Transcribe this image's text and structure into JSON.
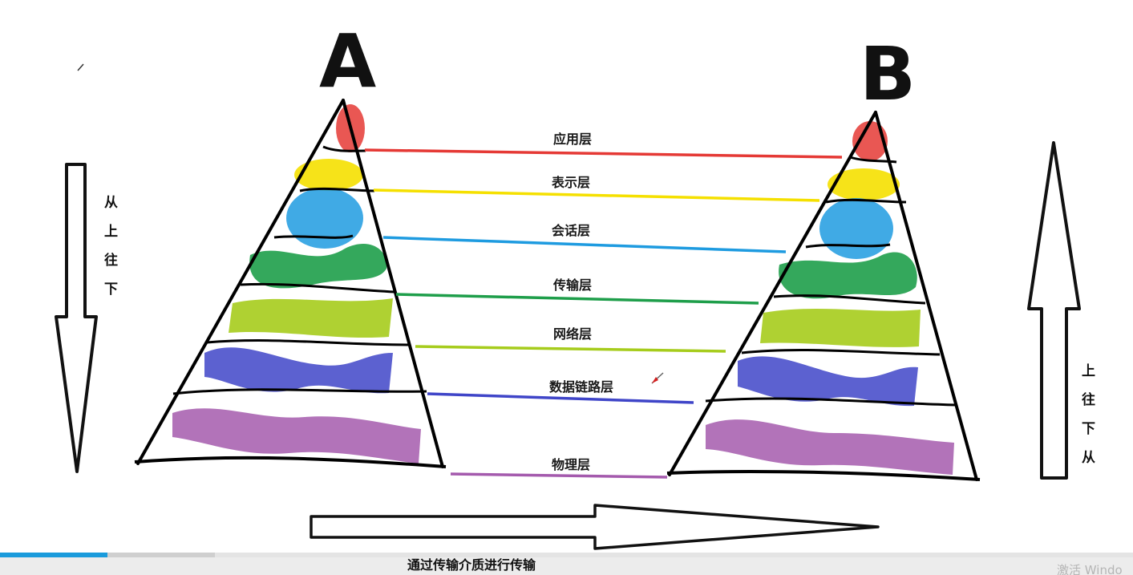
{
  "diagram": {
    "node_a": "A",
    "node_b": "B",
    "layers": [
      {
        "name": "应用层",
        "color": "#e53935"
      },
      {
        "name": "表示层",
        "color": "#f5e000"
      },
      {
        "name": "会话层",
        "color": "#1e9be0"
      },
      {
        "name": "传输层",
        "color": "#1e9e4a"
      },
      {
        "name": "网络层",
        "color": "#a6cc1c"
      },
      {
        "name": "数据链路层",
        "color": "#3f45c8"
      },
      {
        "name": "物理层",
        "color": "#a45aad"
      }
    ],
    "left_arrow_text": [
      "从",
      "上",
      "往",
      "下"
    ],
    "right_arrow_text": [
      "上",
      "往",
      "下",
      "从"
    ],
    "bottom_caption": "通过传输介质进行传输"
  },
  "player": {
    "progress": 0.095,
    "buffered": 0.19,
    "progress_color": "#1a9bdc"
  },
  "watermark": "激活 Windo"
}
